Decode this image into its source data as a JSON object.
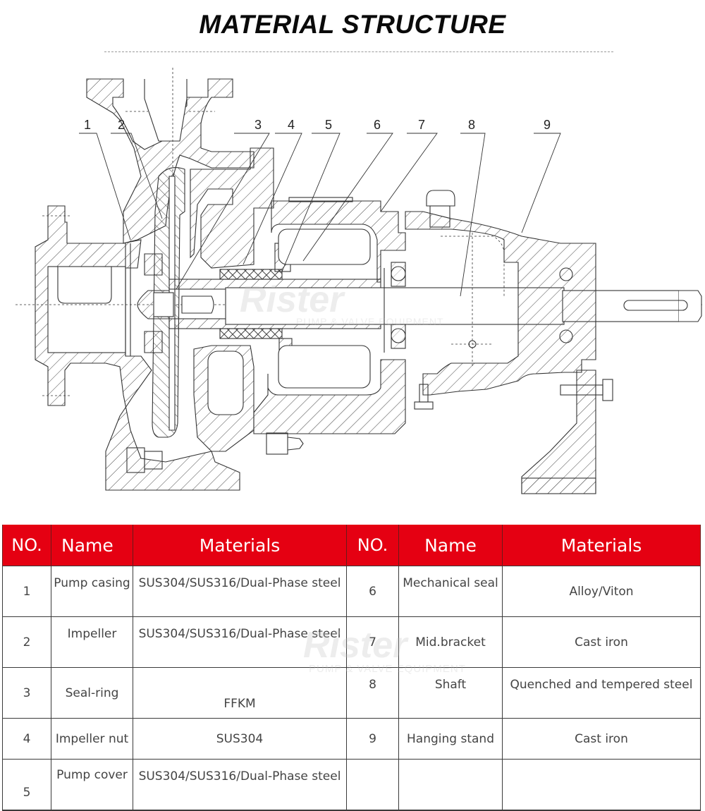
{
  "title": "MATERIAL STRUCTURE",
  "watermark": {
    "brand": "Rister",
    "tagline": "PUMP & VALVE EQUIPMENT"
  },
  "diagram": {
    "subject": "Centrifugal pump cross-section",
    "callouts": [
      "1",
      "2",
      "3",
      "4",
      "5",
      "6",
      "7",
      "8",
      "9"
    ]
  },
  "colors": {
    "header_bg": "#e50012",
    "header_text": "#ffffff",
    "line": "#3a3a3a"
  },
  "table": {
    "headers": [
      "NO.",
      "Name",
      "Materials",
      "NO.",
      "Name",
      "Materials"
    ],
    "rows": [
      {
        "no_a": "1",
        "name_a": "Pump casing",
        "mat_a": "SUS304/SUS316/Dual-Phase steel",
        "no_b": "6",
        "name_b": "Mechanical seal",
        "mat_b": "Alloy/Viton"
      },
      {
        "no_a": "2",
        "name_a": "Impeller",
        "mat_a": "SUS304/SUS316/Dual-Phase steel",
        "no_b": "7",
        "name_b": "Mid.bracket",
        "mat_b": "Cast iron"
      },
      {
        "no_a": "3",
        "name_a": "Seal-ring",
        "mat_a": "FFKM",
        "no_b": "8",
        "name_b": "Shaft",
        "mat_b": "Quenched and tempered steel"
      },
      {
        "no_a": "4",
        "name_a": "Impeller nut",
        "mat_a": "SUS304",
        "no_b": "9",
        "name_b": "Hanging stand",
        "mat_b": "Cast iron"
      },
      {
        "no_a": "5",
        "name_a": "Pump cover",
        "mat_a": "SUS304/SUS316/Dual-Phase steel",
        "no_b": "",
        "name_b": "",
        "mat_b": ""
      }
    ]
  }
}
